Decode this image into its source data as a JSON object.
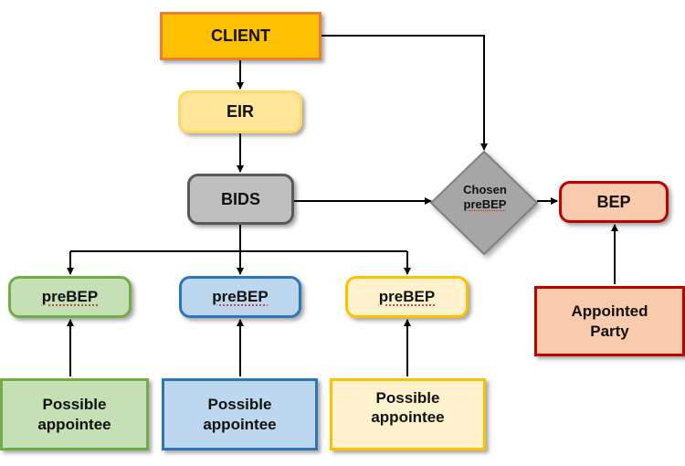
{
  "diagram": {
    "client": {
      "label": "CLIENT",
      "fill": "#ffc000",
      "border": "#ed7d31"
    },
    "eir": {
      "label": "EIR",
      "fill": "#ffe699",
      "border": "#ffd966"
    },
    "bids": {
      "label": "BIDS",
      "fill": "#bfbfbf",
      "border": "#595959"
    },
    "decision": {
      "line1": "Chosen",
      "line2": "preBEP",
      "fill": "#a6a6a6",
      "border": "#7f7f7f"
    },
    "bep": {
      "label": "BEP",
      "fill": "#f8cbad",
      "border": "#c00000"
    },
    "appointed_party": {
      "line1": "Appointed",
      "line2": "Party",
      "fill": "#f8cbad",
      "border": "#c00000"
    },
    "prebeps": [
      {
        "label": "preBEP",
        "fill": "#c5e0b4",
        "border": "#70ad47"
      },
      {
        "label": "preBEP",
        "fill": "#bdd7ee",
        "border": "#2e75b6"
      },
      {
        "label": "preBEP",
        "fill": "#fff2cc",
        "border": "#ffc000"
      }
    ],
    "appointees": [
      {
        "line1": "Possible",
        "line2": "appointee",
        "fill": "#c5e0b4",
        "border": "#70ad47"
      },
      {
        "line1": "Possible",
        "line2": "appointee",
        "fill": "#bdd7ee",
        "border": "#2e75b6"
      },
      {
        "line1": "Possible",
        "line2": "appointee",
        "fill": "#fff2cc",
        "border": "#ffc000"
      }
    ],
    "connector_color": "#000000"
  }
}
